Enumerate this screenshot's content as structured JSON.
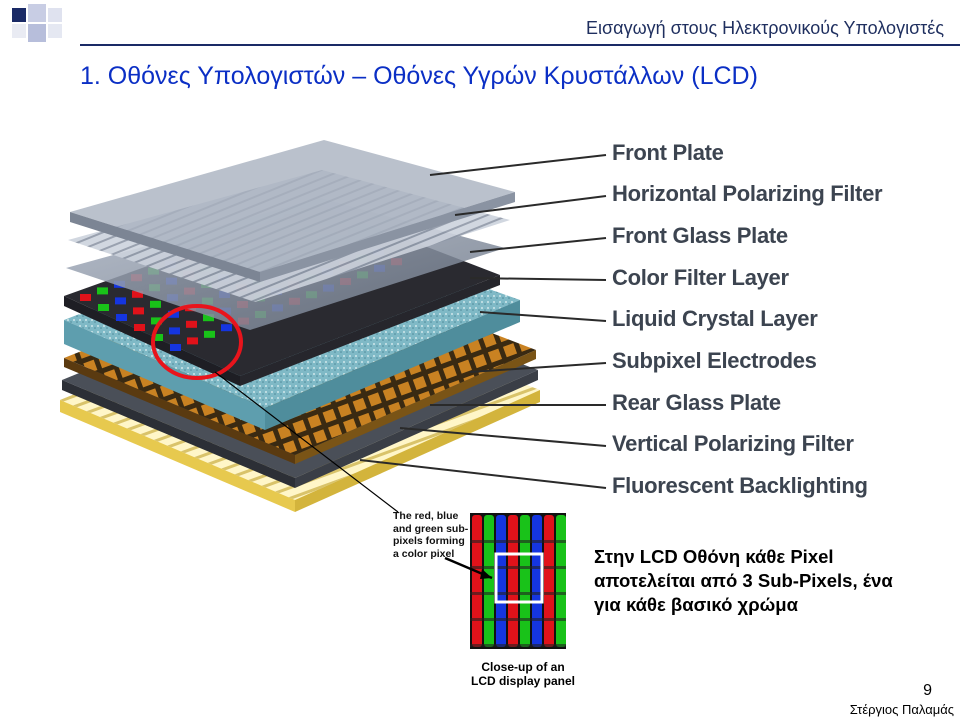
{
  "header": {
    "course_title": "Εισαγωγή στους Ηλεκτρονικούς Υπολογιστές",
    "slide_title": "1. Οθόνες Υπολογιστών – Οθόνες Υγρών Κρυστάλλων (LCD)"
  },
  "diagram": {
    "layers": [
      {
        "label": "Front Plate"
      },
      {
        "label": "Horizontal Polarizing Filter"
      },
      {
        "label": "Front Glass Plate"
      },
      {
        "label": "Color Filter Layer"
      },
      {
        "label": "Liquid Crystal Layer"
      },
      {
        "label": "Subpixel Electrodes"
      },
      {
        "label": "Rear Glass Plate"
      },
      {
        "label": "Vertical Polarizing Filter"
      },
      {
        "label": "Fluorescent Backlighting"
      }
    ],
    "inset_caption": "The red, blue and green sub-pixels forming a color pixel",
    "closeup_caption": "Close-up of an LCD display panel",
    "colors": {
      "red": "#e0121a",
      "green": "#19c219",
      "blue": "#1535e0",
      "electrode": "#c97a1c"
    }
  },
  "note": "Στην LCD Οθόνη κάθε Pixel αποτελείται από 3 Sub-Pixels, ένα για κάθε βασικό χρώμα",
  "footer": {
    "page": "9",
    "author": "Στέργιος Παλαμάς"
  }
}
